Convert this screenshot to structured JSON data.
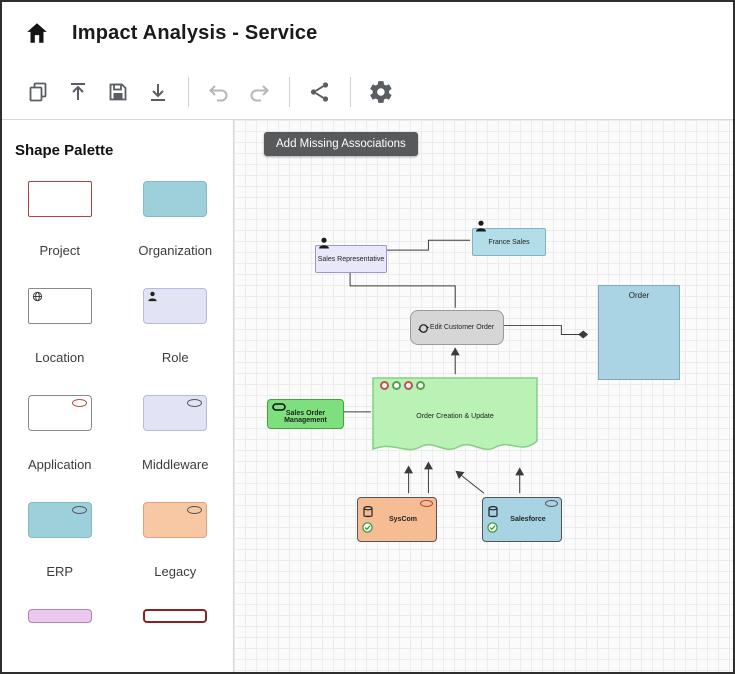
{
  "header": {
    "title": "Impact Analysis - Service"
  },
  "toolbar": {
    "buttons": [
      "copy",
      "upload",
      "save",
      "download",
      "undo",
      "redo",
      "share",
      "settings"
    ]
  },
  "palette": {
    "title": "Shape Palette",
    "items": [
      {
        "label": "Project",
        "color": "#ffffff",
        "border": "#b2403c"
      },
      {
        "label": "Organization",
        "color": "#9ed0dc",
        "border": "#85b9c7"
      },
      {
        "label": "Location",
        "color": "#ffffff",
        "border": "#8a8a8a"
      },
      {
        "label": "Role",
        "color": "#e3e3f6",
        "border": "#b9b9da"
      },
      {
        "label": "Application",
        "color": "#ffffff",
        "border": "#8a8a8a"
      },
      {
        "label": "Middleware",
        "color": "#e3e3f6",
        "border": "#b9b9da"
      },
      {
        "label": "ERP",
        "color": "#9ed0dc",
        "border": "#85b9c7"
      },
      {
        "label": "Legacy",
        "color": "#f8c7a4",
        "border": "#d8a47f"
      }
    ],
    "partial_items": [
      {
        "color": "#ecc7ee"
      },
      {
        "color": "#ffffff"
      }
    ]
  },
  "canvas": {
    "action_button": "Add Missing Associations",
    "nodes": [
      {
        "id": "sales-representative",
        "label": "Sales Representative",
        "type": "role",
        "color": "#e8e8fa"
      },
      {
        "id": "france-sales",
        "label": "France Sales",
        "type": "organization",
        "color": "#b3dde8"
      },
      {
        "id": "edit-customer-order",
        "label": "Edit Customer Order",
        "type": "process",
        "color": "#d6d6d6"
      },
      {
        "id": "order",
        "label": "Order",
        "type": "business-object",
        "color": "#aad4e4"
      },
      {
        "id": "sales-order-management",
        "label": "Sales Order Management",
        "type": "service",
        "color": "#7de07d"
      },
      {
        "id": "order-creation-update",
        "label": "Order Creation & Update",
        "type": "function",
        "color": "#b9f2b4"
      },
      {
        "id": "syscom",
        "label": "SysCom",
        "type": "application",
        "color": "#f6bd95"
      },
      {
        "id": "salesforce",
        "label": "Salesforce",
        "type": "application",
        "color": "#a8d3e2"
      }
    ]
  }
}
